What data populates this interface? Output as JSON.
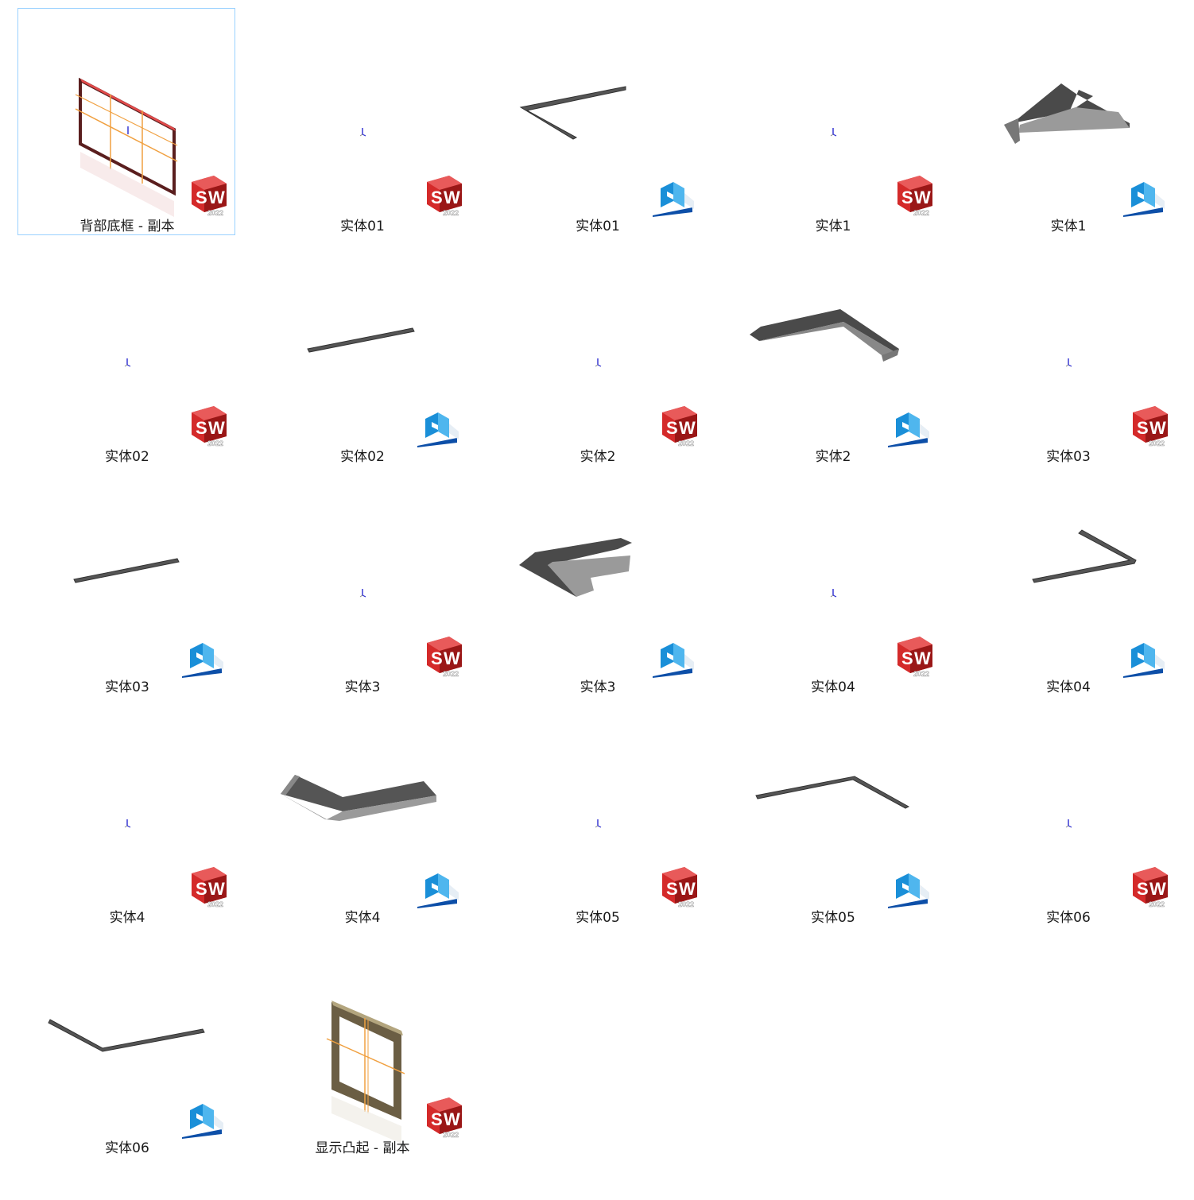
{
  "files": [
    {
      "name": "背部底框 - 副本",
      "type": "sw",
      "thumb": "frame-red",
      "selected": true
    },
    {
      "name": "实体01",
      "type": "sw",
      "thumb": "axis"
    },
    {
      "name": "实体01",
      "type": "cube",
      "thumb": "l-thin-a"
    },
    {
      "name": "实体1",
      "type": "sw",
      "thumb": "axis"
    },
    {
      "name": "实体1",
      "type": "cube",
      "thumb": "l-thick-a"
    },
    {
      "name": "实体02",
      "type": "sw",
      "thumb": "axis"
    },
    {
      "name": "实体02",
      "type": "cube",
      "thumb": "bar-a"
    },
    {
      "name": "实体2",
      "type": "sw",
      "thumb": "axis"
    },
    {
      "name": "实体2",
      "type": "cube",
      "thumb": "l-thick-b"
    },
    {
      "name": "实体03",
      "type": "sw",
      "thumb": "axis"
    },
    {
      "name": "实体03",
      "type": "cube",
      "thumb": "bar-b"
    },
    {
      "name": "实体3",
      "type": "sw",
      "thumb": "axis"
    },
    {
      "name": "实体3",
      "type": "cube",
      "thumb": "l-thick-c"
    },
    {
      "name": "实体04",
      "type": "sw",
      "thumb": "axis"
    },
    {
      "name": "实体04",
      "type": "cube",
      "thumb": "l-thin-b"
    },
    {
      "name": "实体4",
      "type": "sw",
      "thumb": "axis"
    },
    {
      "name": "实体4",
      "type": "cube",
      "thumb": "l-thick-d"
    },
    {
      "name": "实体05",
      "type": "sw",
      "thumb": "axis"
    },
    {
      "name": "实体05",
      "type": "cube",
      "thumb": "l-thin-c"
    },
    {
      "name": "实体06",
      "type": "sw",
      "thumb": "axis"
    },
    {
      "name": "实体06",
      "type": "cube",
      "thumb": "l-thin-d"
    },
    {
      "name": "显示凸起 - 副本",
      "type": "sw",
      "thumb": "frame-brown"
    }
  ],
  "badges": {
    "sw": {
      "letters": "SW",
      "year": "2022",
      "color": "#d42a2a"
    },
    "cube": {
      "color": "#1a8fd8"
    }
  }
}
